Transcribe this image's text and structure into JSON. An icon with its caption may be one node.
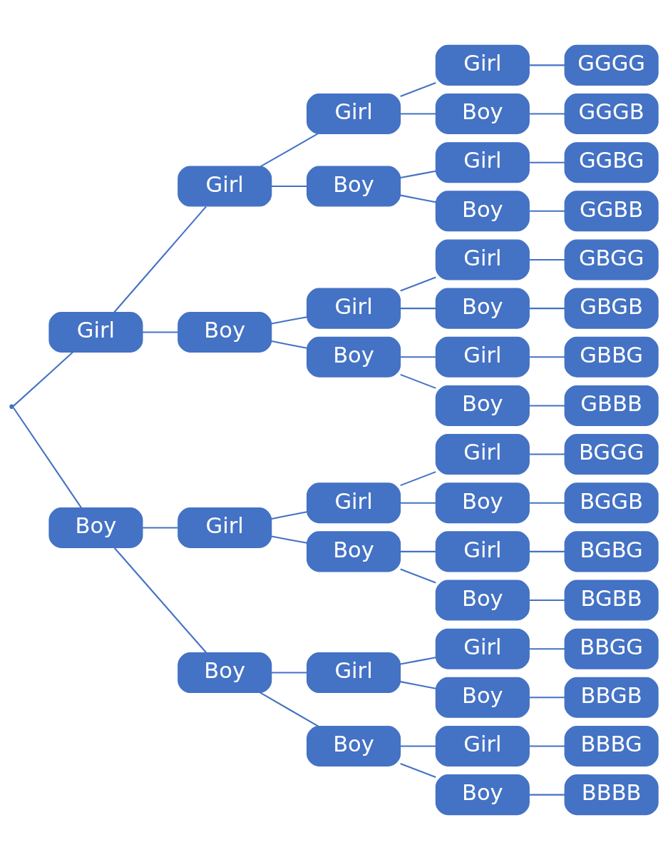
{
  "diagram": {
    "nodes": [
      {
        "text": [],
        "shape": "point"
      },
      {
        "text": [
          "Girl"
        ]
      },
      {
        "text": [
          "Girl"
        ]
      },
      {
        "text": [
          "Girl"
        ]
      },
      {
        "text": [
          "Girl"
        ]
      },
      {
        "text": [
          "GGGG"
        ]
      },
      {
        "text": [
          "Boy"
        ]
      },
      {
        "text": [
          "GGGB"
        ]
      },
      {
        "text": [
          "Boy"
        ]
      },
      {
        "text": [
          "Girl"
        ]
      },
      {
        "text": [
          "GGBG"
        ]
      },
      {
        "text": [
          "Boy"
        ]
      },
      {
        "text": [
          "GGBB"
        ]
      },
      {
        "text": [
          "Boy"
        ]
      },
      {
        "text": [
          "Girl"
        ]
      },
      {
        "text": [
          "Girl"
        ]
      },
      {
        "text": [
          "GBGG"
        ]
      },
      {
        "text": [
          "Boy"
        ]
      },
      {
        "text": [
          "GBGB"
        ]
      },
      {
        "text": [
          "Boy"
        ]
      },
      {
        "text": [
          "Girl"
        ]
      },
      {
        "text": [
          "GBBG"
        ]
      },
      {
        "text": [
          "Boy"
        ]
      },
      {
        "text": [
          "GBBB"
        ]
      },
      {
        "text": [
          "Boy"
        ]
      },
      {
        "text": [
          "Girl"
        ]
      },
      {
        "text": [
          "Girl"
        ]
      },
      {
        "text": [
          "Girl"
        ]
      },
      {
        "text": [
          "BGGG"
        ]
      },
      {
        "text": [
          "Boy"
        ]
      },
      {
        "text": [
          "BGGB"
        ]
      },
      {
        "text": [
          "Boy"
        ]
      },
      {
        "text": [
          "Girl"
        ]
      },
      {
        "text": [
          "BGBG"
        ]
      },
      {
        "text": [
          "Boy"
        ]
      },
      {
        "text": [
          "BGBB"
        ]
      },
      {
        "text": [
          "Boy"
        ]
      },
      {
        "text": [
          "Girl"
        ]
      },
      {
        "text": [
          "Girl"
        ]
      },
      {
        "text": [
          "BBGG"
        ]
      },
      {
        "text": [
          "Boy"
        ]
      },
      {
        "text": [
          "BBGB"
        ]
      },
      {
        "text": [
          "Boy"
        ]
      },
      {
        "text": [
          "Girl"
        ]
      },
      {
        "text": [
          "BBBG"
        ]
      },
      {
        "text": [
          "Boy"
        ]
      },
      {
        "text": [
          "BBBB"
        ]
      }
    ],
    "edges": [
      {
        "from": 0,
        "to": 1,
        "arrow": "none"
      },
      {
        "from": 1,
        "to": 2,
        "arrow": "none"
      },
      {
        "from": 2,
        "to": 3,
        "arrow": "none"
      },
      {
        "from": 3,
        "to": 4,
        "arrow": "none"
      },
      {
        "from": 4,
        "to": 5,
        "arrow": "none"
      },
      {
        "from": 3,
        "to": 6,
        "arrow": "none"
      },
      {
        "from": 6,
        "to": 7,
        "arrow": "none"
      },
      {
        "from": 2,
        "to": 8,
        "arrow": "none"
      },
      {
        "from": 8,
        "to": 9,
        "arrow": "none"
      },
      {
        "from": 9,
        "to": 10,
        "arrow": "none"
      },
      {
        "from": 8,
        "to": 11,
        "arrow": "none"
      },
      {
        "from": 11,
        "to": 12,
        "arrow": "none"
      },
      {
        "from": 1,
        "to": 13,
        "arrow": "none"
      },
      {
        "from": 13,
        "to": 14,
        "arrow": "none"
      },
      {
        "from": 14,
        "to": 15,
        "arrow": "none"
      },
      {
        "from": 15,
        "to": 16,
        "arrow": "none"
      },
      {
        "from": 14,
        "to": 17,
        "arrow": "none"
      },
      {
        "from": 17,
        "to": 18,
        "arrow": "none"
      },
      {
        "from": 13,
        "to": 19,
        "arrow": "none"
      },
      {
        "from": 19,
        "to": 20,
        "arrow": "none"
      },
      {
        "from": 20,
        "to": 21,
        "arrow": "none"
      },
      {
        "from": 19,
        "to": 22,
        "arrow": "none"
      },
      {
        "from": 22,
        "to": 23,
        "arrow": "none"
      },
      {
        "from": 0,
        "to": 24,
        "arrow": "none"
      },
      {
        "from": 24,
        "to": 25,
        "arrow": "none"
      },
      {
        "from": 25,
        "to": 26,
        "arrow": "none"
      },
      {
        "from": 26,
        "to": 27,
        "arrow": "none"
      },
      {
        "from": 27,
        "to": 28,
        "arrow": "none"
      },
      {
        "from": 26,
        "to": 29,
        "arrow": "none"
      },
      {
        "from": 29,
        "to": 30,
        "arrow": "none"
      },
      {
        "from": 25,
        "to": 31,
        "arrow": "none"
      },
      {
        "from": 31,
        "to": 32,
        "arrow": "none"
      },
      {
        "from": 32,
        "to": 33,
        "arrow": "none"
      },
      {
        "from": 31,
        "to": 34,
        "arrow": "none"
      },
      {
        "from": 34,
        "to": 35,
        "arrow": "none"
      },
      {
        "from": 24,
        "to": 36,
        "arrow": "none"
      },
      {
        "from": 36,
        "to": 37,
        "arrow": "none"
      },
      {
        "from": 37,
        "to": 38,
        "arrow": "none"
      },
      {
        "from": 38,
        "to": 39,
        "arrow": "none"
      },
      {
        "from": 37,
        "to": 40,
        "arrow": "none"
      },
      {
        "from": 40,
        "to": 41,
        "arrow": "none"
      },
      {
        "from": 36,
        "to": 42,
        "arrow": "none"
      },
      {
        "from": 42,
        "to": 43,
        "arrow": "none"
      },
      {
        "from": 43,
        "to": 44,
        "arrow": "none"
      },
      {
        "from": 42,
        "to": 45,
        "arrow": "none"
      },
      {
        "from": 45,
        "to": 46,
        "arrow": "none"
      }
    ]
  }
}
